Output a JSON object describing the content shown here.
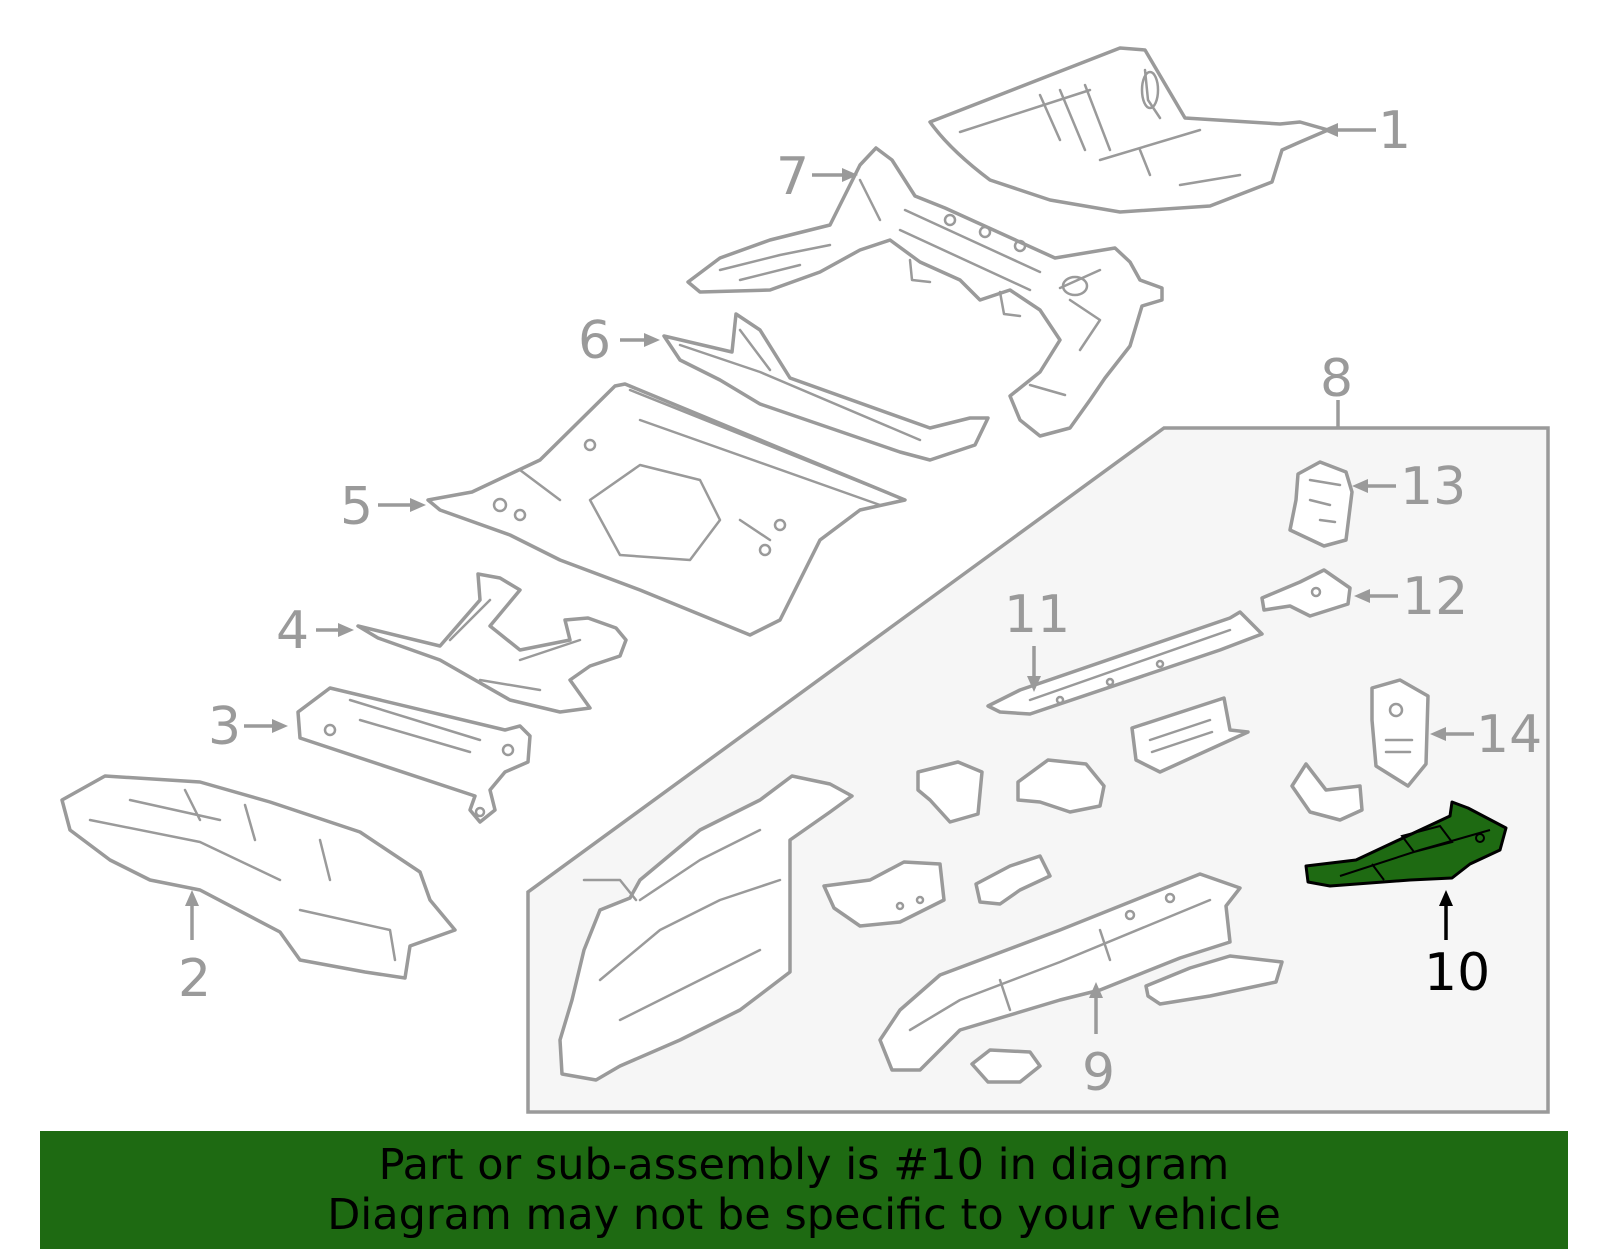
{
  "callouts": {
    "c1": "1",
    "c2": "2",
    "c3": "3",
    "c4": "4",
    "c5": "5",
    "c6": "6",
    "c7": "7",
    "c8": "8",
    "c9": "9",
    "c10": "10",
    "c11": "11",
    "c12": "12",
    "c13": "13",
    "c14": "14"
  },
  "highlighted_part": "10",
  "colors": {
    "highlight": "#1e6a12",
    "line": "#9a9a9a",
    "group_box": "#f6f6f6",
    "banner_text": "#000000"
  },
  "banner": {
    "line1": "Part or sub-assembly is #10 in diagram",
    "line2": "Diagram may not be specific to your vehicle"
  }
}
